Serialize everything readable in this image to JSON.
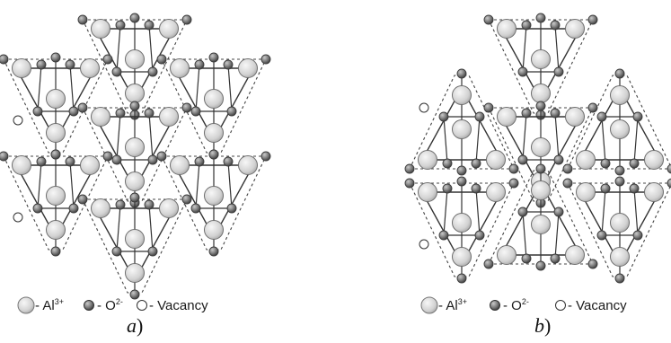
{
  "panels": [
    {
      "id": "a",
      "label_letter": "a",
      "label_paren": ")"
    },
    {
      "id": "b",
      "label_letter": "b",
      "label_paren": ")"
    }
  ],
  "legend": {
    "al_prefix": " - Al",
    "al_charge": "3+",
    "o_prefix": " - O",
    "o_charge": "2-",
    "vacancy_label": " - Vacancy"
  },
  "colors": {
    "al_fill": "#d9d9d9",
    "al_stroke": "#6e6e6e",
    "o_fill": "#8a8a8a",
    "o_stroke": "#3d3d3d",
    "bond": "#333333",
    "dashed": "#444444"
  },
  "icons": [
    "al-ion-icon",
    "oxygen-ion-icon",
    "vacancy-icon"
  ]
}
